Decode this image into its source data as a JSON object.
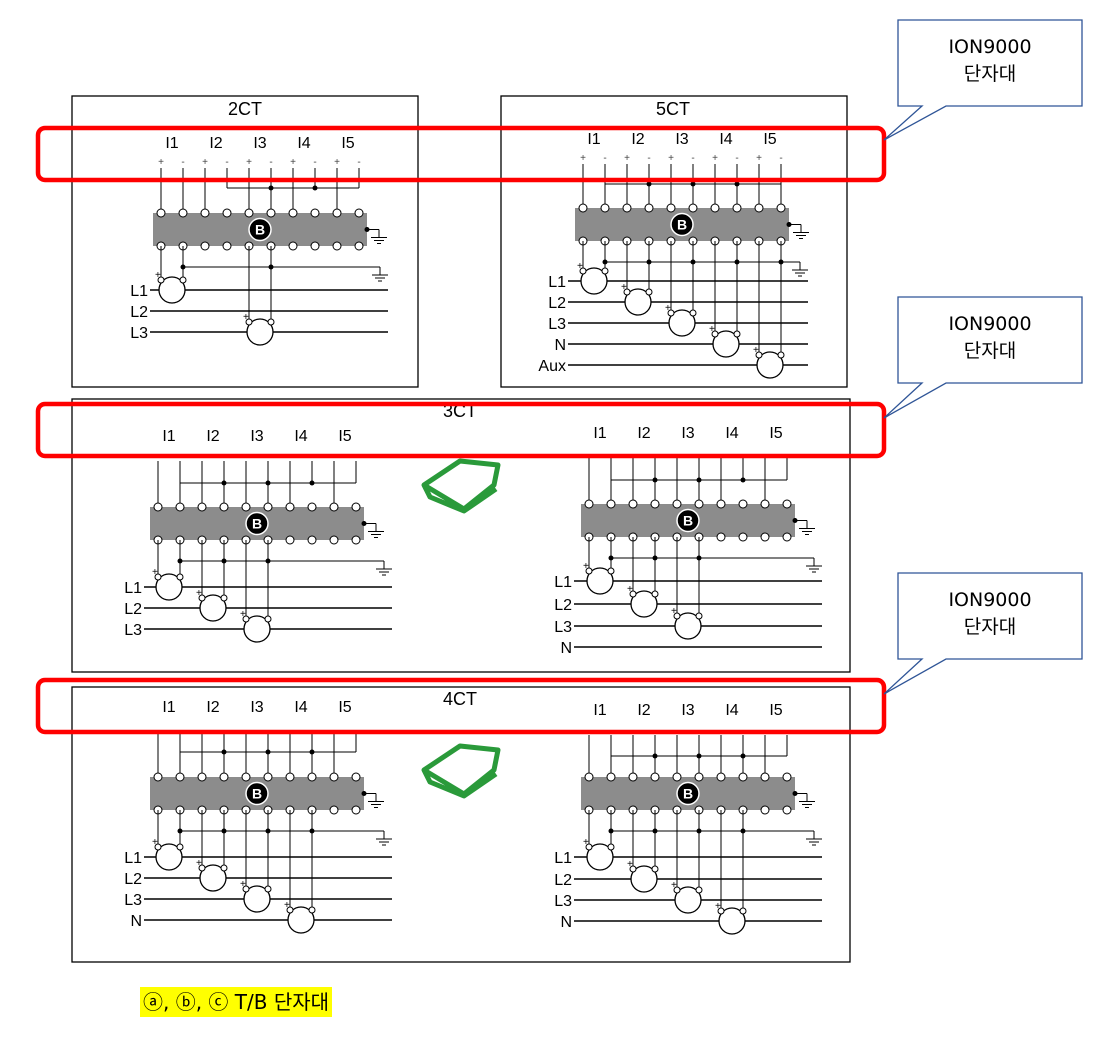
{
  "callouts": [
    {
      "line1": "ION9000",
      "line2": "단자대"
    },
    {
      "line1": "ION9000",
      "line2": "단자대"
    },
    {
      "line1": "ION9000",
      "line2": "단자대"
    }
  ],
  "panels": [
    {
      "title": "2CT",
      "diagrams": [
        {
          "inputs": [
            "I1",
            "I2",
            "I3",
            "I4",
            "I5"
          ],
          "polarity": [
            "+",
            "-",
            "+",
            "-",
            "+",
            "-",
            "+",
            "-",
            "+",
            "-"
          ],
          "lines": [
            "L1",
            "L2",
            "L3"
          ],
          "badge": "B"
        }
      ]
    },
    {
      "title": "5CT",
      "diagrams": [
        {
          "inputs": [
            "I1",
            "I2",
            "I3",
            "I4",
            "I5"
          ],
          "polarity": [
            "+",
            "-",
            "+",
            "-",
            "+",
            "-",
            "+",
            "-",
            "+",
            "-"
          ],
          "lines": [
            "L1",
            "L2",
            "L3",
            "N",
            "Aux"
          ],
          "badge": "B"
        }
      ]
    },
    {
      "title": "3CT",
      "diagrams": [
        {
          "inputs": [
            "I1",
            "I2",
            "I3",
            "I4",
            "I5"
          ],
          "lines": [
            "L1",
            "L2",
            "L3"
          ],
          "badge": "B"
        },
        {
          "inputs": [
            "I1",
            "I2",
            "I3",
            "I4",
            "I5"
          ],
          "lines": [
            "L1",
            "L2",
            "L3",
            "N"
          ],
          "badge": "B"
        }
      ]
    },
    {
      "title": "4CT",
      "diagrams": [
        {
          "inputs": [
            "I1",
            "I2",
            "I3",
            "I4",
            "I5"
          ],
          "lines": [
            "L1",
            "L2",
            "L3",
            "N"
          ],
          "badge": "B"
        },
        {
          "inputs": [
            "I1",
            "I2",
            "I3",
            "I4",
            "I5"
          ],
          "lines": [
            "L1",
            "L2",
            "L3",
            "N"
          ],
          "badge": "B"
        }
      ]
    }
  ],
  "legend": "ⓐ, ⓑ, ⓒ T/B 단자대",
  "colors": {
    "highlight": "#ff0000",
    "callout_border": "#2f5597",
    "book": "#2a9a3a",
    "block": "#8c8c8c",
    "legend_bg": "#ffff00"
  }
}
